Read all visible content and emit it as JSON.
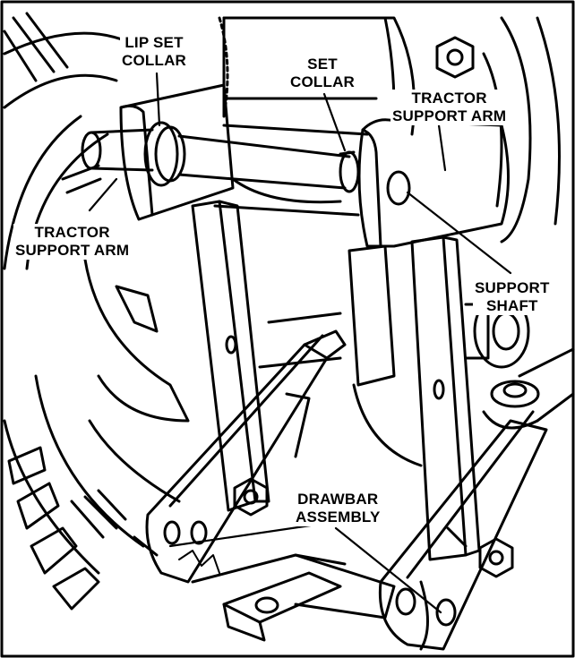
{
  "figure": {
    "callouts": {
      "lip_set_collar": [
        "LIP SET",
        "COLLAR"
      ],
      "set_collar": [
        "SET",
        "COLLAR"
      ],
      "tractor_support_arm_right": [
        "TRACTOR",
        "SUPPORT ARM"
      ],
      "tractor_support_arm_left": [
        "TRACTOR",
        "SUPPORT ARM"
      ],
      "support_shaft": [
        "SUPPORT",
        "SHAFT"
      ],
      "drawbar_assembly": [
        "DRAWBAR",
        "ASSEMBLY"
      ]
    }
  }
}
